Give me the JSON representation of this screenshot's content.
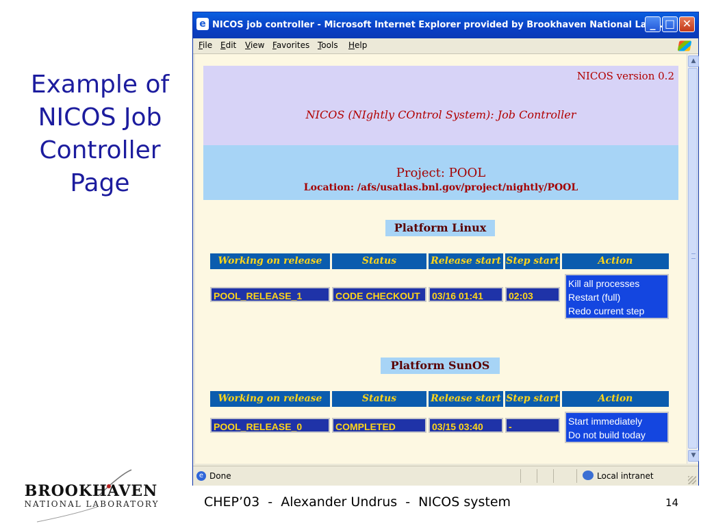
{
  "slide": {
    "title": "Example of\nNICOS Job\nController\nPage",
    "footer": "CHEP’03  -  Alexander Undrus  -  NICOS system",
    "page_number": "14",
    "logo_line1": "BROOKHAVEN",
    "logo_line2": "NATIONAL LABORATORY"
  },
  "window": {
    "title": "NICOS job controller - Microsoft Internet Explorer provided by Brookhaven National Lab...",
    "controls": {
      "minimize": "_",
      "maximize": "□",
      "close": "✕"
    },
    "menu": [
      "File",
      "Edit",
      "View",
      "Favorites",
      "Tools",
      "Help"
    ]
  },
  "page": {
    "version": "NICOS version 0.2",
    "heading": "NICOS (NIghtly COntrol System): Job Controller",
    "project": "Project: POOL",
    "location": "Location: /afs/usatlas.bnl.gov/project/nightly/POOL",
    "columns": [
      "Working on release",
      "Status",
      "Release start",
      "Step start",
      "Action"
    ],
    "platforms": [
      {
        "label": "Platform Linux",
        "release": "POOL_RELEASE_1",
        "status": "CODE CHECKOUT",
        "release_start": "03/16 01:41",
        "step_start": "02:03",
        "actions": [
          "Kill all processes",
          "Restart (full)",
          "Redo current step"
        ]
      },
      {
        "label": "Platform SunOS",
        "release": "POOL_RELEASE_0",
        "status": "COMPLETED",
        "release_start": "03/15 03:40",
        "step_start": "-",
        "actions": [
          "Start immediately",
          "Do not build today"
        ]
      }
    ]
  },
  "statusbar": {
    "text": "Done",
    "zone": "Local intranet"
  },
  "colors": {
    "slide_title": "#1c1c9e",
    "banner_top": "#d7d3f7",
    "banner_project": "#a7d4f6",
    "table_header_bg": "#0b5cae",
    "cell_text": "#ffd51a",
    "action_bg": "#1446e0"
  }
}
